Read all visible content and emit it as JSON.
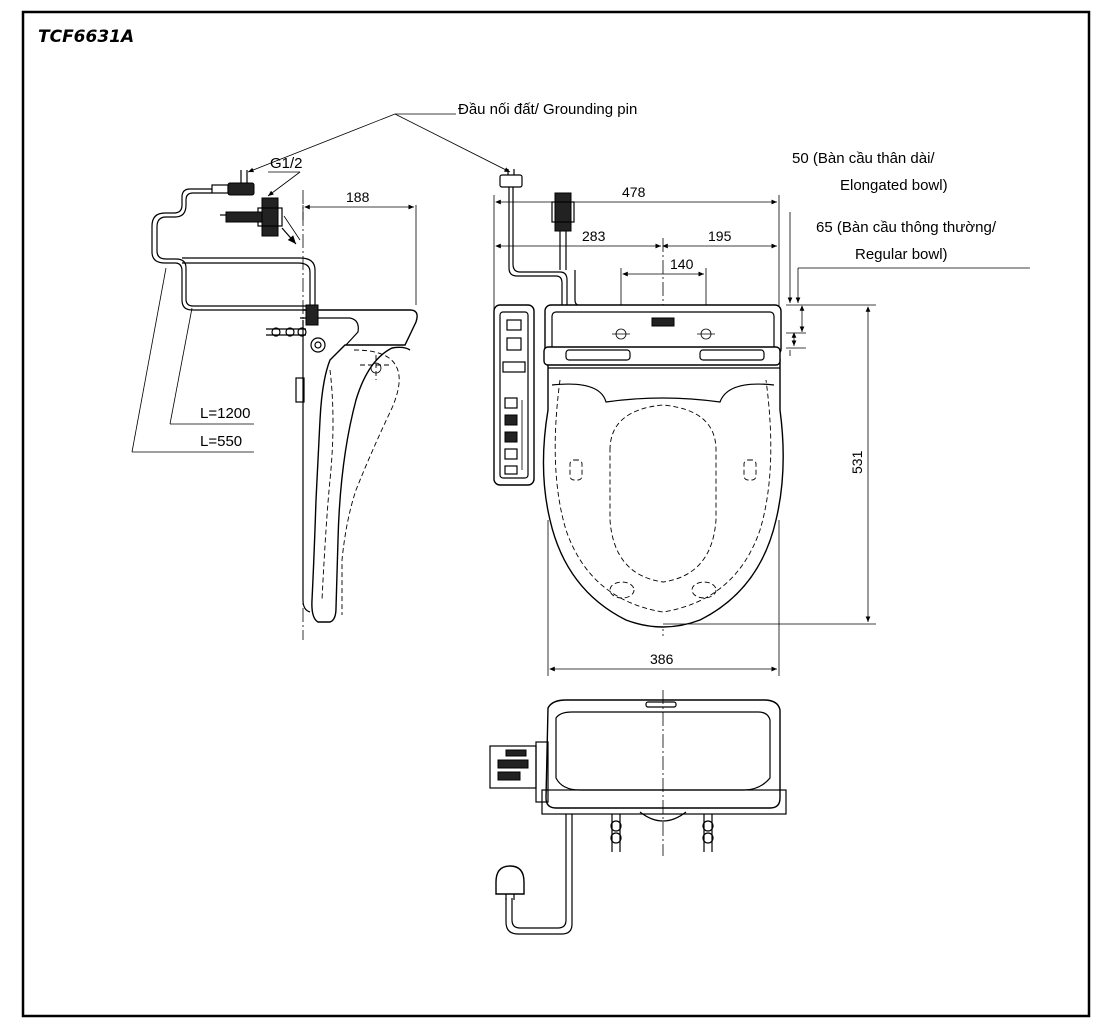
{
  "title": "TCF6631A",
  "callouts": {
    "grounding_pin": "Đầu nối đất/ Grounding pin",
    "thread": "G1/2",
    "cable_long": "L=1200",
    "cable_short": "L=550",
    "elongated_line1": "50 (Bàn cầu thân dài/",
    "elongated_line2": "Elongated bowl)",
    "regular_line1": "65 (Bàn cầu thông thường/",
    "regular_line2": "Regular bowl)"
  },
  "dimensions": {
    "side_depth": "188",
    "overall_width": "478",
    "left_offset": "283",
    "right_offset": "195",
    "bolt_spacing": "140",
    "seat_length": "531",
    "seat_width": "386"
  },
  "colors": {
    "line": "#000000",
    "frame": "#000000",
    "background": "#ffffff"
  }
}
